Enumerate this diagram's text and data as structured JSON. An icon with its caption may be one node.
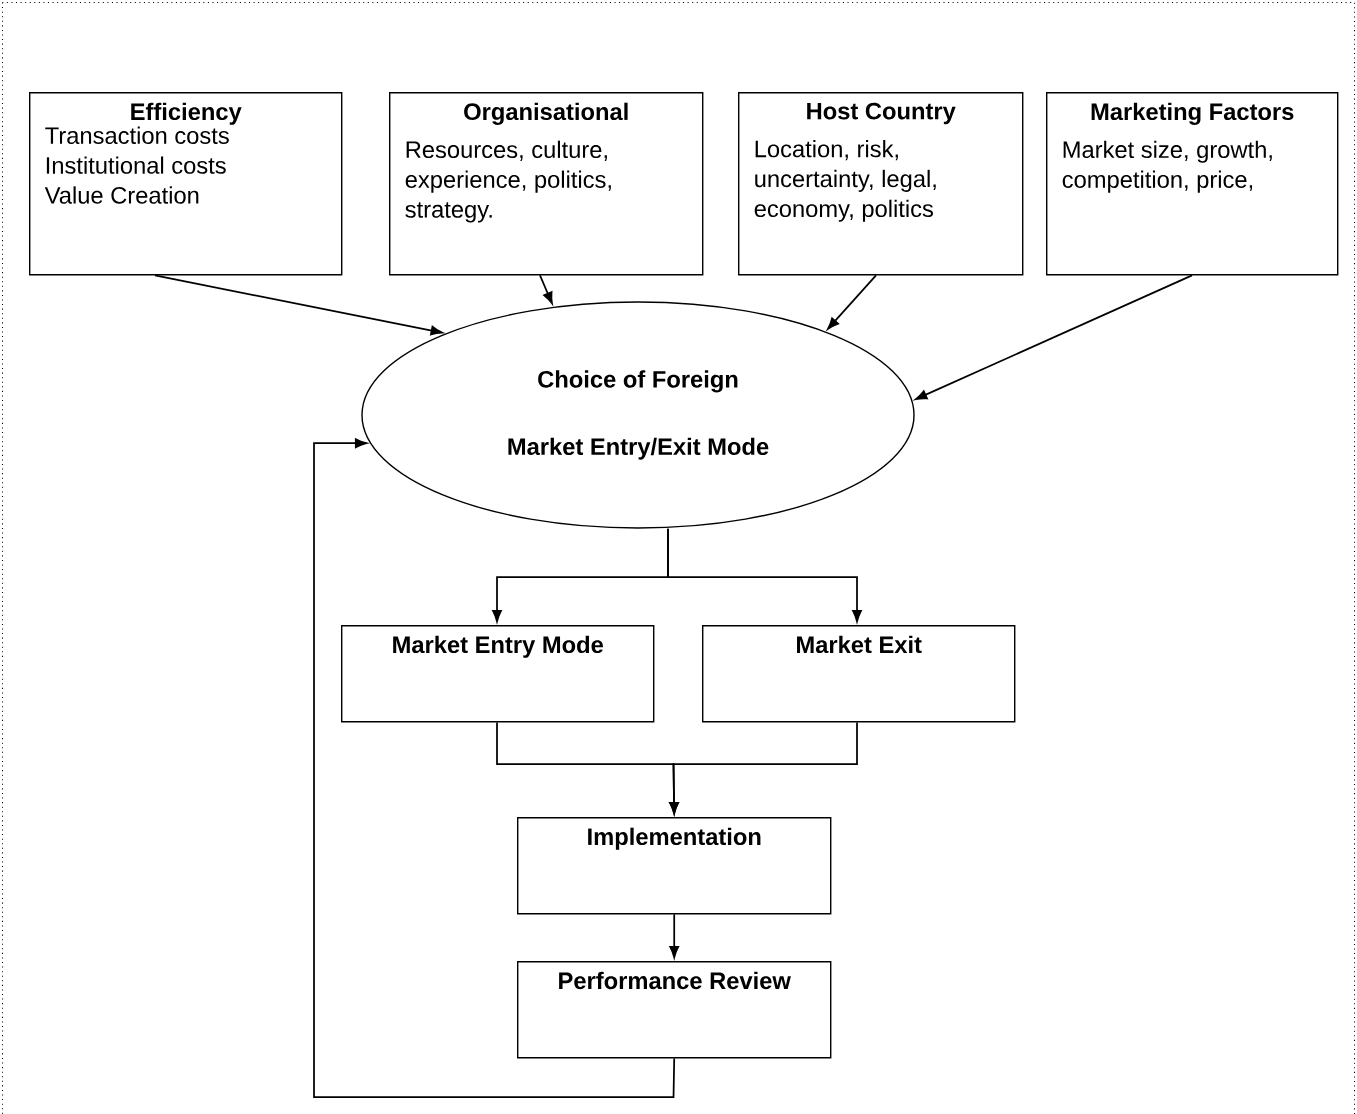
{
  "diagram": {
    "nodes": [
      {
        "text": [
          "Efficiency",
          "Transaction costs Institutional costs Value Creation"
        ]
      },
      {
        "text": [
          "Organisational",
          "Resources, culture, experience, politics, strategy."
        ]
      },
      {
        "text": [
          "Host Country",
          "Location, risk, uncertainty, legal, economy, politics"
        ]
      },
      {
        "text": [
          "Marketing Factors",
          "Market size, growth, competition, price,"
        ]
      },
      {
        "text": [
          "Choice of Foreign",
          "Market  Entry/Exit Mode"
        ]
      },
      {
        "text": [
          "Market Entry Mode"
        ]
      },
      {
        "text": [
          "Market Exit"
        ]
      },
      {
        "text": [
          "Implementation"
        ]
      },
      {
        "text": [
          "Performance Review"
        ]
      }
    ],
    "edges": [
      {
        "from": 0,
        "to": 4,
        "arrow": "to"
      },
      {
        "from": 1,
        "to": 4,
        "arrow": "to"
      },
      {
        "from": 2,
        "to": 4,
        "arrow": "to"
      },
      {
        "from": 3,
        "to": 4,
        "arrow": "to"
      },
      {
        "from": 4,
        "to": 5,
        "arrow": "to"
      },
      {
        "from": 4,
        "to": 6,
        "arrow": "to"
      },
      {
        "from": 5,
        "to": 7,
        "arrow": "to"
      },
      {
        "from": 6,
        "to": 7,
        "arrow": "to"
      },
      {
        "from": 7,
        "to": 8,
        "arrow": "to"
      },
      {
        "from": 8,
        "to": 4,
        "arrow": "to"
      }
    ]
  }
}
